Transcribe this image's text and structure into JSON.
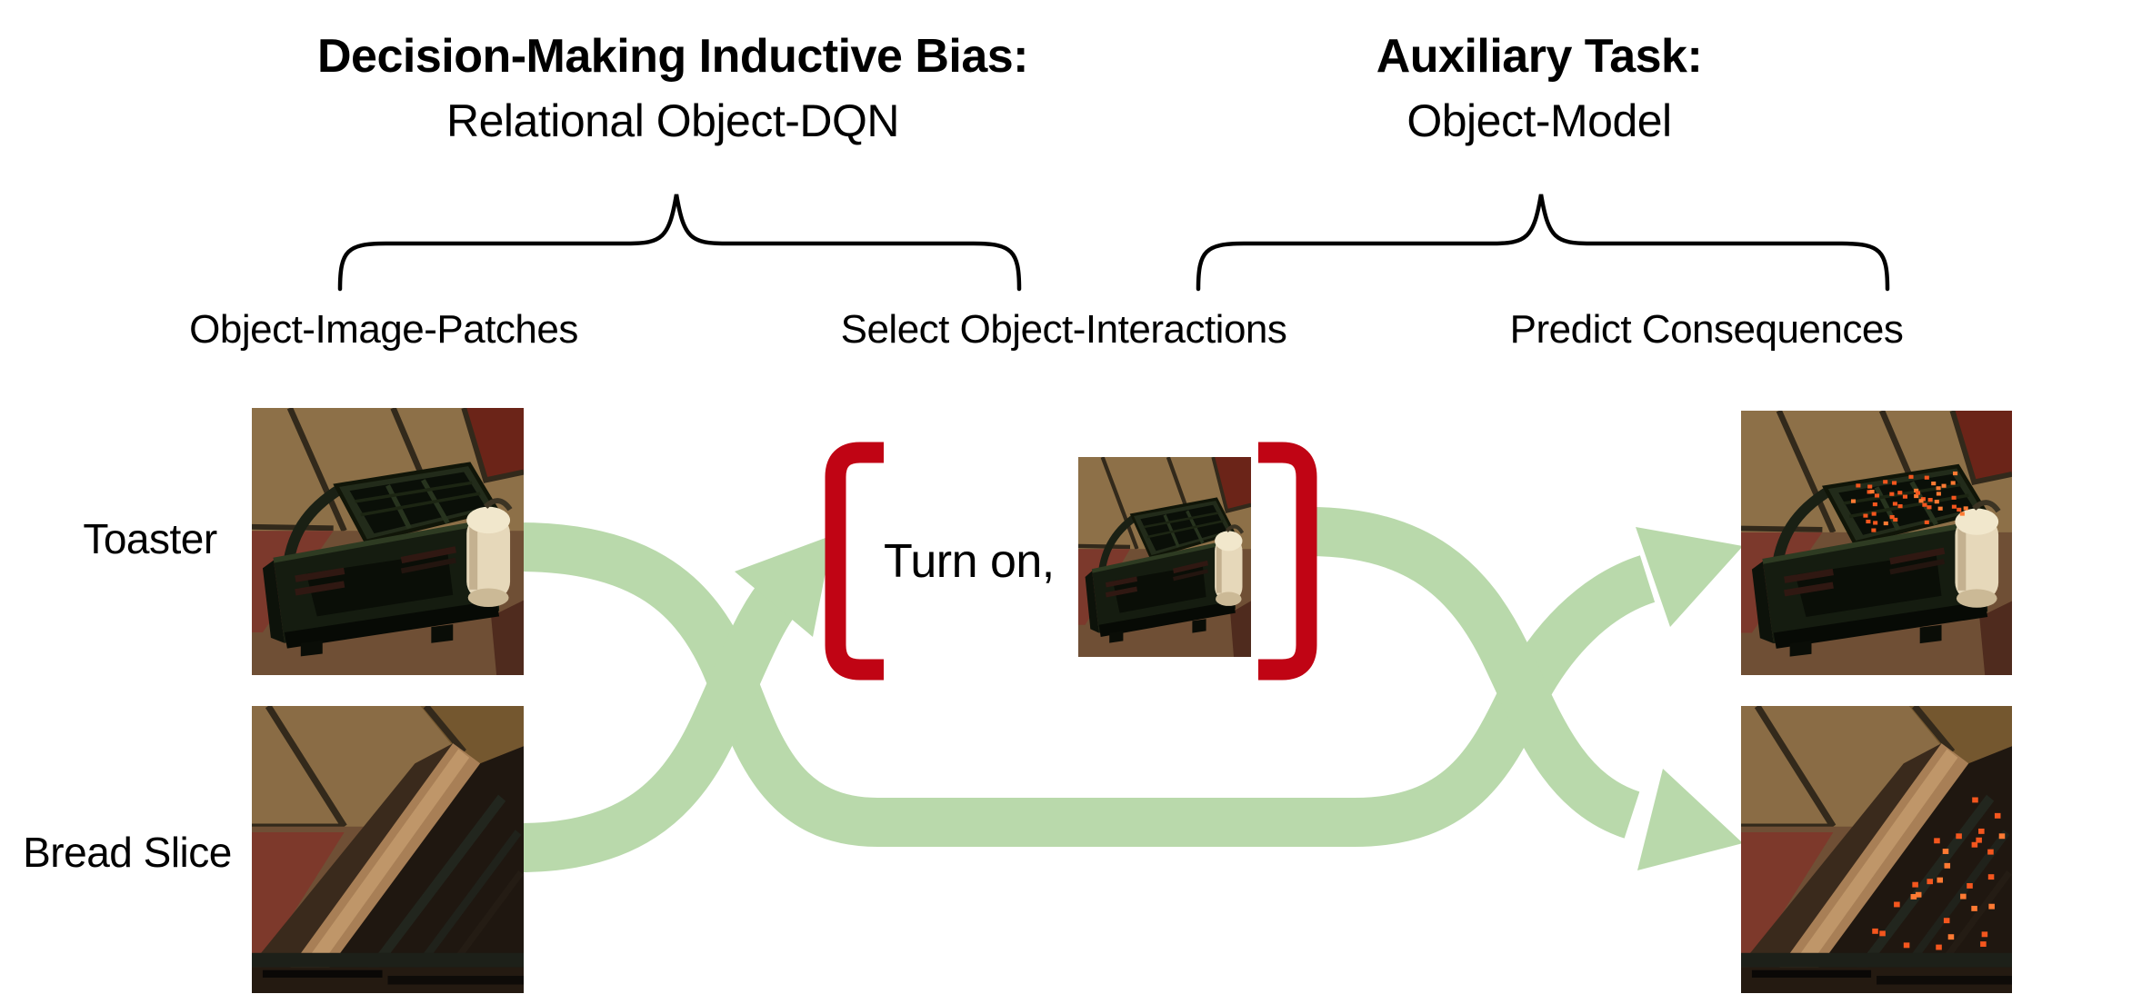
{
  "figure": {
    "left_heading": {
      "title": "Decision-Making Inductive Bias:",
      "subtitle": "Relational Object-DQN"
    },
    "right_heading": {
      "title": "Auxiliary Task:",
      "subtitle": "Object-Model"
    },
    "columns": {
      "patches": "Object-Image-Patches",
      "interactions": "Select Object-Interactions",
      "consequences": "Predict Consequences"
    },
    "rows": {
      "toaster": "Toaster",
      "bread": "Bread Slice"
    },
    "interaction_tuple": {
      "action": "Turn on,"
    },
    "images": {
      "toaster_patch": "toaster-image-patch",
      "bread_patch": "bread-slice-image-patch",
      "selected_object": "toaster-image-patch",
      "toaster_consequence": "toaster-turned-on-image",
      "bread_consequence": "bread-toasting-image"
    }
  },
  "colors": {
    "arrow_green": "#b9d9ab",
    "bracket_red": "#c00414",
    "ember_orange": "#f4561e",
    "ember_orange_alt": "#ff7a33",
    "text": "#000000"
  }
}
